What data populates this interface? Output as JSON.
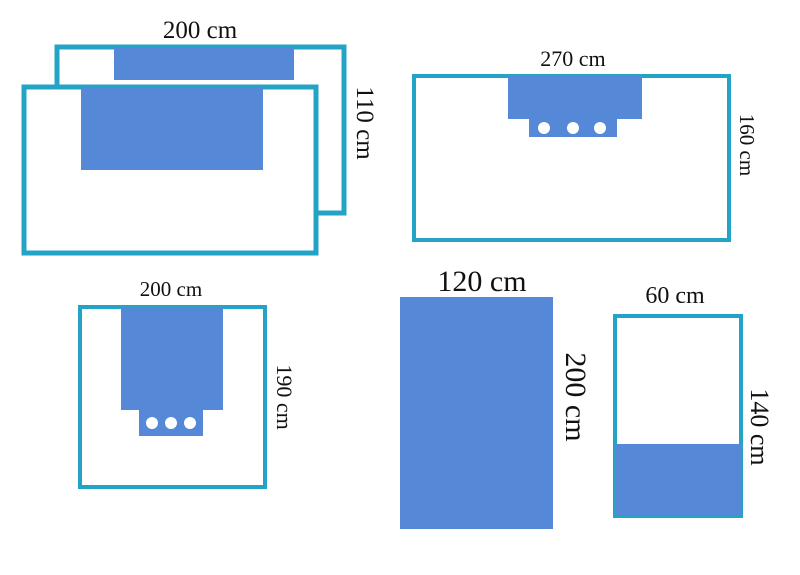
{
  "colors": {
    "outline": "#23A3C6",
    "fill": "#5588D6",
    "hole": "#FFFFFF",
    "text": "#111111",
    "background": "#FFFFFF"
  },
  "drapes": [
    {
      "id": "double-drape",
      "width_label": "200 cm",
      "height_label": "110 cm"
    },
    {
      "id": "wide-drape",
      "width_label": "270 cm",
      "height_label": "160 cm"
    },
    {
      "id": "square-drape",
      "width_label": "200 cm",
      "height_label": "190 cm"
    },
    {
      "id": "solid-sheet",
      "width_label": "120 cm",
      "height_label": "200 cm"
    },
    {
      "id": "half-drape",
      "width_label": "60 cm",
      "height_label": "140 cm"
    }
  ]
}
